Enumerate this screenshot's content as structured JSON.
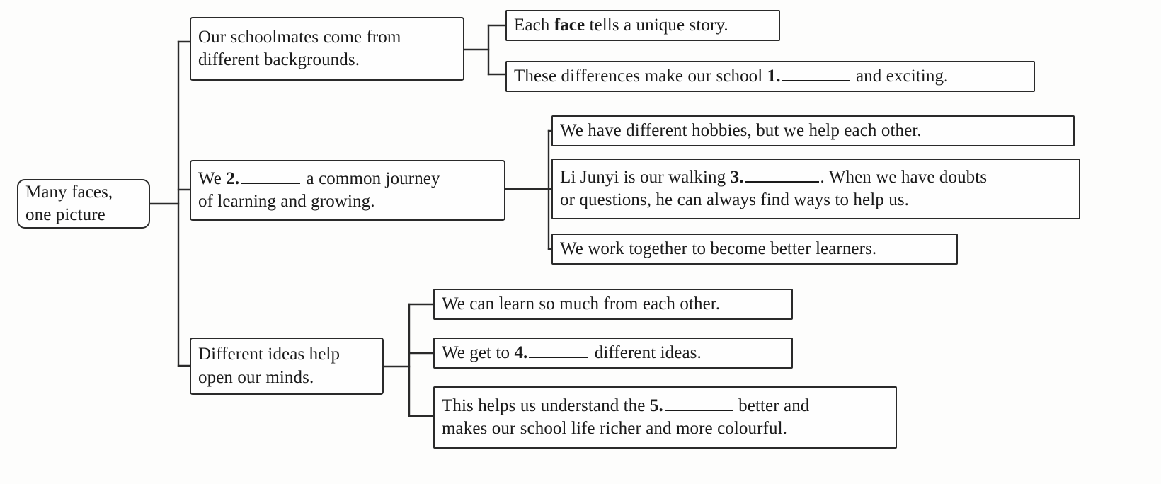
{
  "diagram": {
    "type": "mind-map",
    "title_node": "Many faces, one picture",
    "root": {
      "line1": "Many faces,",
      "line2": "one picture"
    },
    "branches": [
      {
        "id": "branch-1",
        "label_line1": "Our schoolmates come from",
        "label_line2": "different backgrounds.",
        "children": [
          {
            "id": "leaf-1-1",
            "pre": "Each ",
            "bold": "face",
            "post": " tells a unique story."
          },
          {
            "id": "leaf-1-2",
            "pre": "These differences make our school ",
            "bold": "1.",
            "blank": true,
            "post": " and exciting."
          }
        ]
      },
      {
        "id": "branch-2",
        "label_pre": "We ",
        "label_bold": "2.",
        "label_blank": true,
        "label_post": " a common journey",
        "label_line2": "of learning and growing.",
        "children": [
          {
            "id": "leaf-2-1",
            "pre": "We have different hobbies, but we help each other.",
            "bold": "",
            "post": ""
          },
          {
            "id": "leaf-2-2",
            "pre": "Li Junyi is our walking ",
            "bold": "3.",
            "blank": true,
            "post": ". When we have doubts",
            "line2": "or questions, he can always find ways to help us."
          },
          {
            "id": "leaf-2-3",
            "pre": "We work together to become better learners.",
            "bold": "",
            "post": ""
          }
        ]
      },
      {
        "id": "branch-3",
        "label_line1": "Different ideas help",
        "label_line2": "open our minds.",
        "children": [
          {
            "id": "leaf-3-1",
            "pre": "We can learn so much from each other.",
            "bold": "",
            "post": ""
          },
          {
            "id": "leaf-3-2",
            "pre": "We get to ",
            "bold": "4.",
            "blank": true,
            "post": " different ideas."
          },
          {
            "id": "leaf-3-3",
            "pre": "This helps us understand the ",
            "bold": "5.",
            "blank": true,
            "post": " better and",
            "line2": "makes our school life richer and more colourful."
          }
        ]
      }
    ],
    "colors": {
      "stroke": "#2a2a2a",
      "text": "#1a1a1a",
      "background": "#fdfdfc",
      "node_fill": "#fefefe"
    }
  }
}
